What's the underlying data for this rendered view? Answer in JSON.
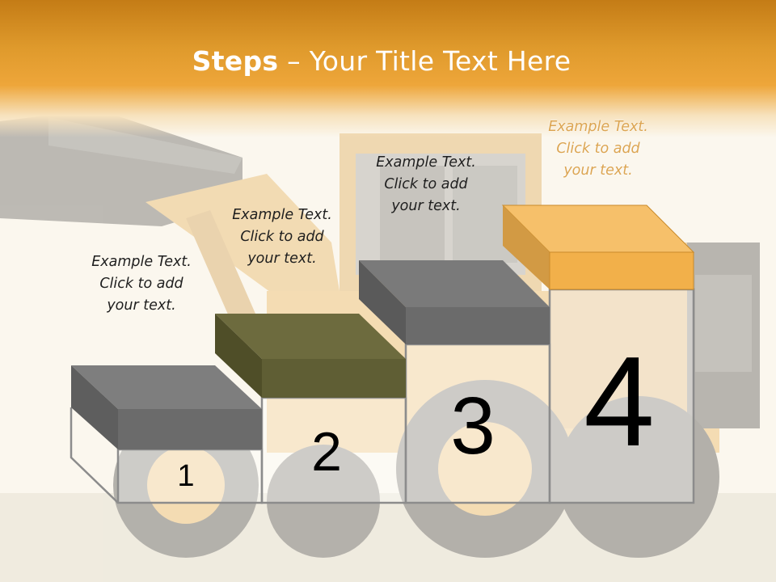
{
  "slide": {
    "title_bold": "Steps",
    "title_rest": " – Your Title Text Here"
  },
  "steps": [
    {
      "number": "1",
      "label_line1": "Example Text.",
      "label_line2": "Click  to add",
      "label_line3": "your text.",
      "top_color": "#6b6b6b"
    },
    {
      "number": "2",
      "label_line1": "Example Text.",
      "label_line2": "Click  to add",
      "label_line3": "your text.",
      "top_color": "#5f5e34"
    },
    {
      "number": "3",
      "label_line1": "Example Text.",
      "label_line2": "Click  to add",
      "label_line3": "your text.",
      "top_color": "#6b6b6b"
    },
    {
      "number": "4",
      "label_line1": "Example Text.",
      "label_line2": "Click  to add",
      "label_line3": "your text.",
      "top_color": "#f2b04a"
    }
  ],
  "colors": {
    "header": "#e89a2c",
    "title_text": "#ffffff",
    "background": "#fbf7ee",
    "box_outline": "#8a8a8a"
  },
  "background_image": "faded-wheel-loader"
}
